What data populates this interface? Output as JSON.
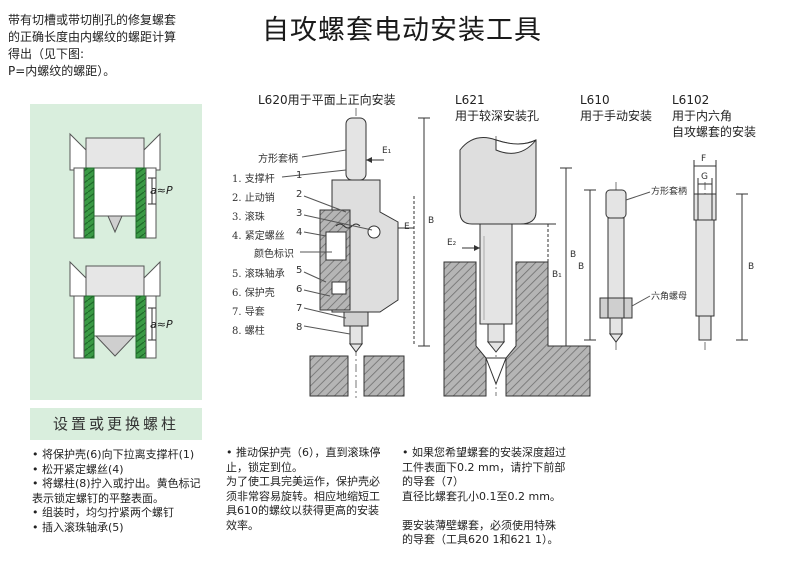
{
  "intro": {
    "lines": [
      "带有切槽或带切削孔的修复螺套",
      "的正确长度由内螺纹的螺距计算",
      "得出（见下图:",
      "P=内螺纹的螺距）。"
    ]
  },
  "title": "自攻螺套电动安装工具",
  "green": {
    "label_top": "a≈P",
    "label_bottom": "a≈P"
  },
  "setup": {
    "heading": "设置或更换螺柱",
    "col1": [
      "• 将保护壳(6)向下拉离支撑杆(1)",
      "• 松开紧定螺丝(4)",
      "• 将螺柱(8)拧入或拧出。黄色标记",
      "   表示锁定螺钉的平整表面。",
      "• 组装时，均匀拧紧两个螺钉",
      "• 插入滚珠轴承(5)"
    ],
    "col2": [
      "• 推动保护壳（6），直到滚珠停",
      "   止，锁定到位。",
      "   为了使工具完美运作，保护壳必",
      "   须非常容易旋转。相应地缩短工",
      "   具610的螺纹以获得更高的安装",
      "   效率。"
    ],
    "col3": [
      "• 如果您希望螺套的安装深度超过",
      "   工件表面下0.2 mm，请拧下前部",
      "   的导套（7）",
      "   直径比螺套孔小0.1至0.2 mm。",
      "",
      "   要安装薄壁螺套，必须使用特殊",
      "   的导套（工具620 1和621 1）。"
    ]
  },
  "l620": {
    "header": "L620用于平面上正向安装",
    "parts": [
      "方形套柄",
      "1. 支撑杆",
      "2. 止动销",
      "3. 滚珠",
      "4. 紧定螺丝",
      "颜色标识",
      "5. 滚珠轴承",
      "6. 保护壳",
      "7. 导套",
      "8. 螺柱"
    ],
    "numbers": [
      "1",
      "2",
      "3",
      "4",
      "5",
      "6",
      "7",
      "8"
    ],
    "dim_e1": "E₁",
    "dim_e": "E",
    "dim_b": "B"
  },
  "l621": {
    "header_lines": [
      "L621",
      "用于较深安装孔"
    ],
    "dim_e2": "E₂",
    "dim_b1": "B₁",
    "dim_b": "B"
  },
  "l610": {
    "header_lines": [
      "L610",
      "用于手动安装"
    ],
    "label_square": "方形套柄",
    "label_hex": "六角螺母",
    "dim_b": "B"
  },
  "l6102": {
    "header_lines": [
      "L6102",
      "用于内六角",
      "自攻螺套的安装"
    ],
    "dim_f": "F",
    "dim_g": "G",
    "dim_b": "B"
  },
  "colors": {
    "green_panel": "#d9eedd",
    "thread_green": "#2f8a3c",
    "steel": "#dcdcdc",
    "hatch": "#9a9a9a"
  }
}
